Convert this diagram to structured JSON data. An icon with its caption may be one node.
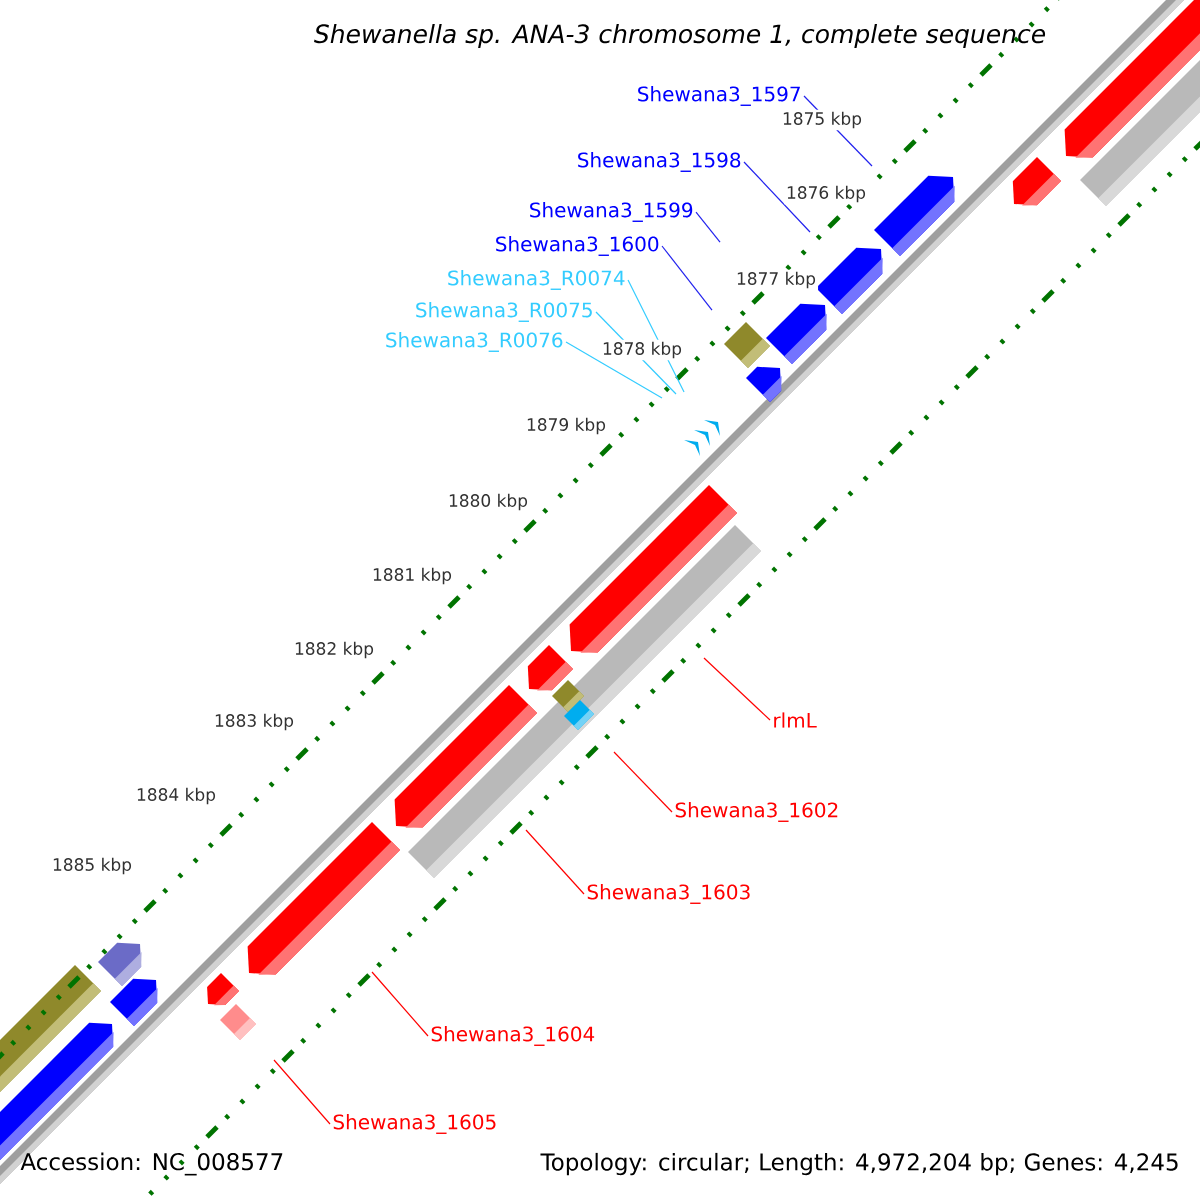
{
  "diagram": {
    "title": "Shewanella sp. ANA-3 chromosome 1, complete sequence",
    "nodes": [
      {
        "text": [
          "Shewana3_1597"
        ]
      },
      {
        "text": [
          "Shewana3_1598"
        ]
      },
      {
        "text": [
          "Shewana3_1599"
        ]
      },
      {
        "text": [
          "Shewana3_1600"
        ]
      },
      {
        "text": [
          "Shewana3_R0074"
        ]
      },
      {
        "text": [
          "Shewana3_R0075"
        ]
      },
      {
        "text": [
          "Shewana3_R0076"
        ]
      },
      {
        "text": [
          "rlmL"
        ]
      },
      {
        "text": [
          "Shewana3_1602"
        ]
      },
      {
        "text": [
          "Shewana3_1603"
        ]
      },
      {
        "text": [
          "Shewana3_1604"
        ]
      },
      {
        "text": [
          "Shewana3_1605"
        ]
      }
    ],
    "edges": [
      {
        "from": 0,
        "to": null,
        "arrow": "none",
        "color": "#2222ee"
      },
      {
        "from": 1,
        "to": null,
        "arrow": "none",
        "color": "#2222ee"
      },
      {
        "from": 2,
        "to": null,
        "arrow": "none",
        "color": "#2222ee"
      },
      {
        "from": 3,
        "to": null,
        "arrow": "none",
        "color": "#2222ee"
      },
      {
        "from": 4,
        "to": null,
        "arrow": "none",
        "color": "#33ccff"
      },
      {
        "from": 5,
        "to": null,
        "arrow": "none",
        "color": "#33ccff"
      },
      {
        "from": 6,
        "to": null,
        "arrow": "none",
        "color": "#33ccff"
      },
      {
        "from": 7,
        "to": null,
        "arrow": "none"
      },
      {
        "from": 8,
        "to": null,
        "arrow": "none"
      },
      {
        "from": 9,
        "to": null,
        "arrow": "none"
      },
      {
        "from": 10,
        "to": null,
        "arrow": "none"
      },
      {
        "from": 11,
        "to": null,
        "arrow": "none"
      }
    ],
    "labels": [
      "1875 kbp",
      "1876 kbp",
      "1877 kbp",
      "1878 kbp",
      "1879 kbp",
      "1880 kbp",
      "1881 kbp",
      "1882 kbp",
      "1883 kbp",
      "1884 kbp",
      "1885 kbp",
      "Accession: NC_008577",
      "Topology: circular; Length: 4,972,204 bp; Genes: 4,245"
    ]
  }
}
